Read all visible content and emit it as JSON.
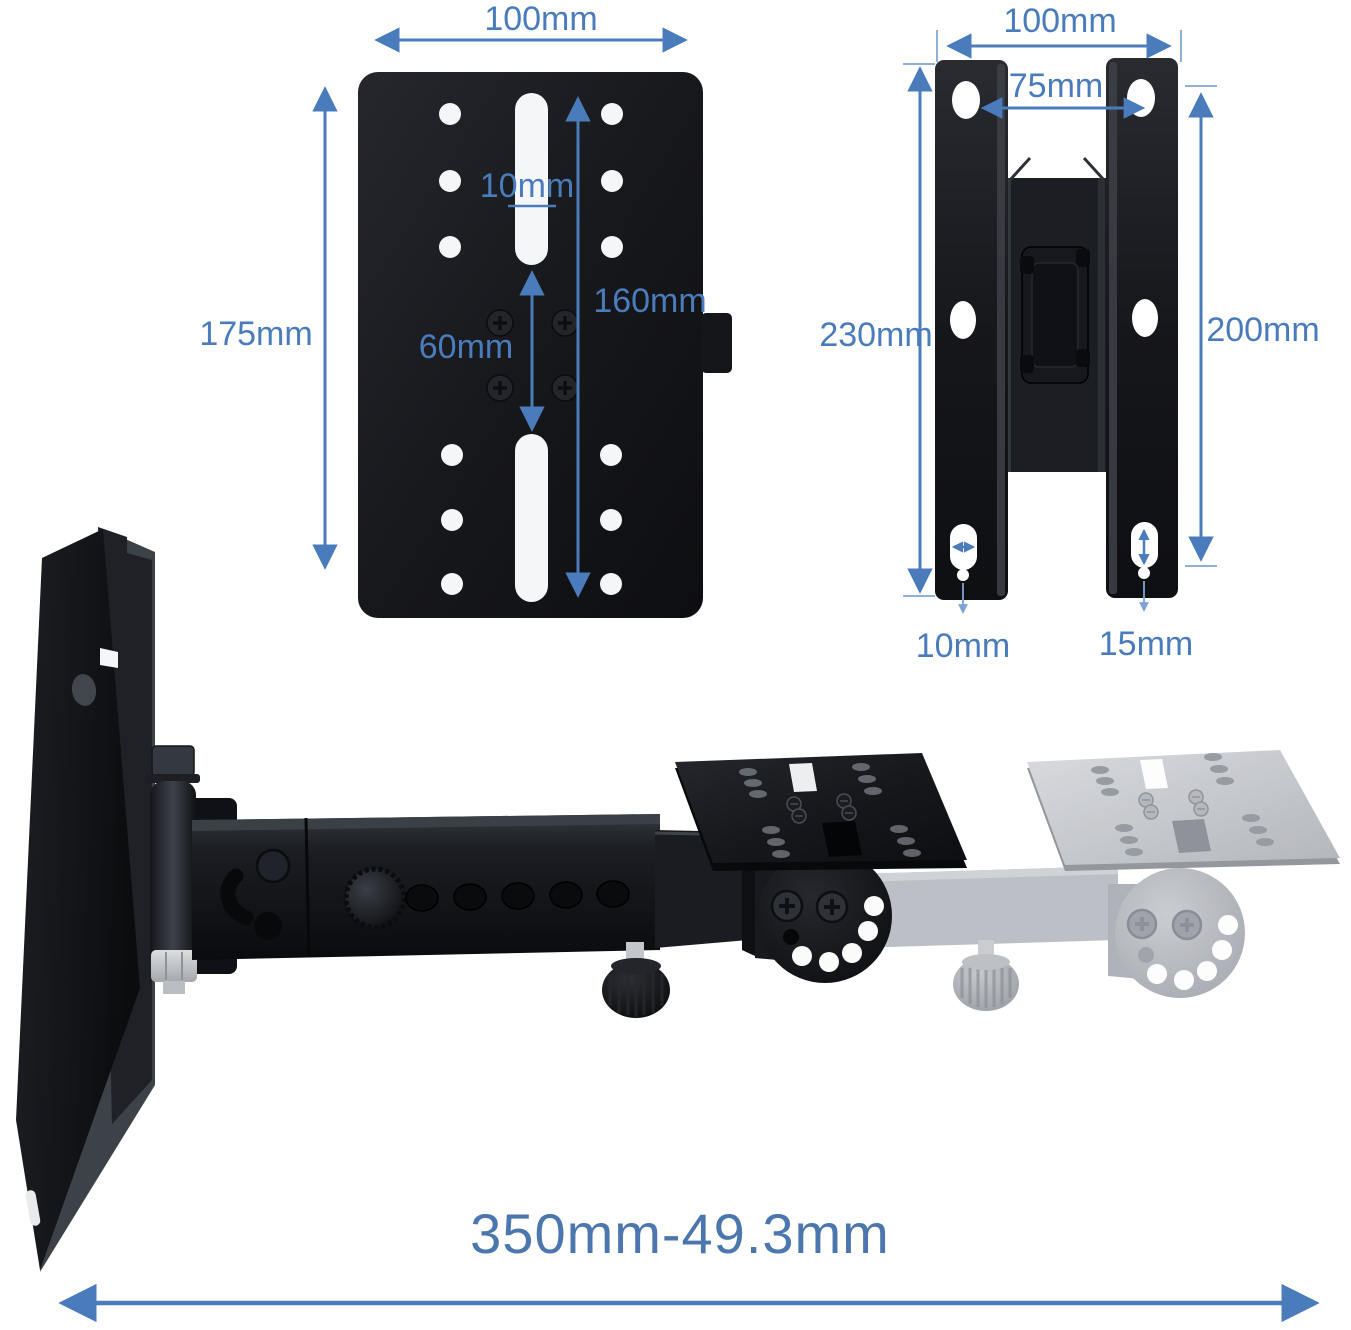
{
  "title": "Speaker wall mount bracket dimension diagram",
  "colors": {
    "dimension_blue": "#4a7cbc",
    "bottom_dimension_blue": "#4b76ae",
    "metal_black": "#16171b",
    "ghost_gray": "#b8bcc2",
    "background": "#ffffff"
  },
  "front_plate_diagram": {
    "width_label": "100mm",
    "height_label": "175mm",
    "slot_width_label": "10mm",
    "column_height_label": "160mm",
    "center_spacing_label": "60mm"
  },
  "rear_bracket_diagram": {
    "width_label": "100mm",
    "hole_spacing_label": "75mm",
    "left_height_label": "230mm",
    "right_height_label": "200mm",
    "left_slot_label": "10mm",
    "right_slot_label": "15mm"
  },
  "assembled_arm_view": {
    "extension_label": "350mm-49.3mm"
  }
}
